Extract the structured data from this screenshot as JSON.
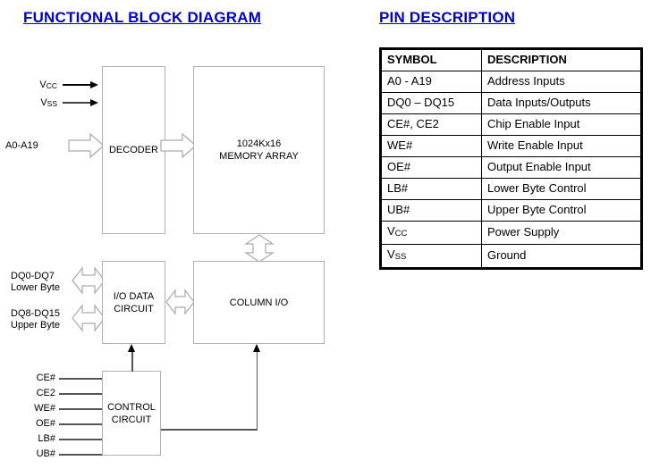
{
  "headings": {
    "functional_block_diagram": "FUNCTIONAL BLOCK DIAGRAM",
    "pin_description": "PIN DESCRIPTION"
  },
  "colors": {
    "heading": "#0000CC",
    "block_border": "#b0b0b0",
    "table_border": "#000000",
    "background": "#ffffff"
  },
  "diagram": {
    "blocks": [
      {
        "id": "decoder",
        "label": "DECODER"
      },
      {
        "id": "memory_array",
        "label_line1": "1024Kx16",
        "label_line2": "MEMORY ARRAY"
      },
      {
        "id": "io_data_circuit",
        "label_line1": "I/O DATA",
        "label_line2": "CIRCUIT"
      },
      {
        "id": "column_io",
        "label": "COLUMN I/O"
      },
      {
        "id": "control_circuit",
        "label_line1": "CONTROL",
        "label_line2": "CIRCUIT"
      }
    ],
    "power_labels": [
      {
        "id": "vcc",
        "base": "V",
        "sub": "CC"
      },
      {
        "id": "vss",
        "base": "V",
        "sub": "SS"
      }
    ],
    "address_label": "A0-A19",
    "data_labels": [
      {
        "id": "dq_lower",
        "line1": "DQ0-DQ7",
        "line2": "Lower Byte"
      },
      {
        "id": "dq_upper",
        "line1": "DQ8-DQ15",
        "line2": "Upper Byte"
      }
    ],
    "control_signals": [
      "CE#",
      "CE2",
      "WE#",
      "OE#",
      "LB#",
      "UB#"
    ]
  },
  "pin_table": {
    "headers": [
      "SYMBOL",
      "DESCRIPTION"
    ],
    "rows": [
      {
        "symbol": "A0 - A19",
        "symbol_sub": "",
        "description": "Address Inputs"
      },
      {
        "symbol": "DQ0 – DQ15",
        "symbol_sub": "",
        "description": "Data Inputs/Outputs"
      },
      {
        "symbol": "CE#, CE2",
        "symbol_sub": "",
        "description": "Chip Enable Input"
      },
      {
        "symbol": "WE#",
        "symbol_sub": "",
        "description": "Write Enable Input"
      },
      {
        "symbol": "OE#",
        "symbol_sub": "",
        "description": "Output Enable Input"
      },
      {
        "symbol": "LB#",
        "symbol_sub": "",
        "description": "Lower Byte Control"
      },
      {
        "symbol": "UB#",
        "symbol_sub": "",
        "description": "Upper Byte Control"
      },
      {
        "symbol": "V",
        "symbol_sub": "CC",
        "description": "Power Supply"
      },
      {
        "symbol": "V",
        "symbol_sub": "SS",
        "description": "Ground"
      }
    ]
  }
}
